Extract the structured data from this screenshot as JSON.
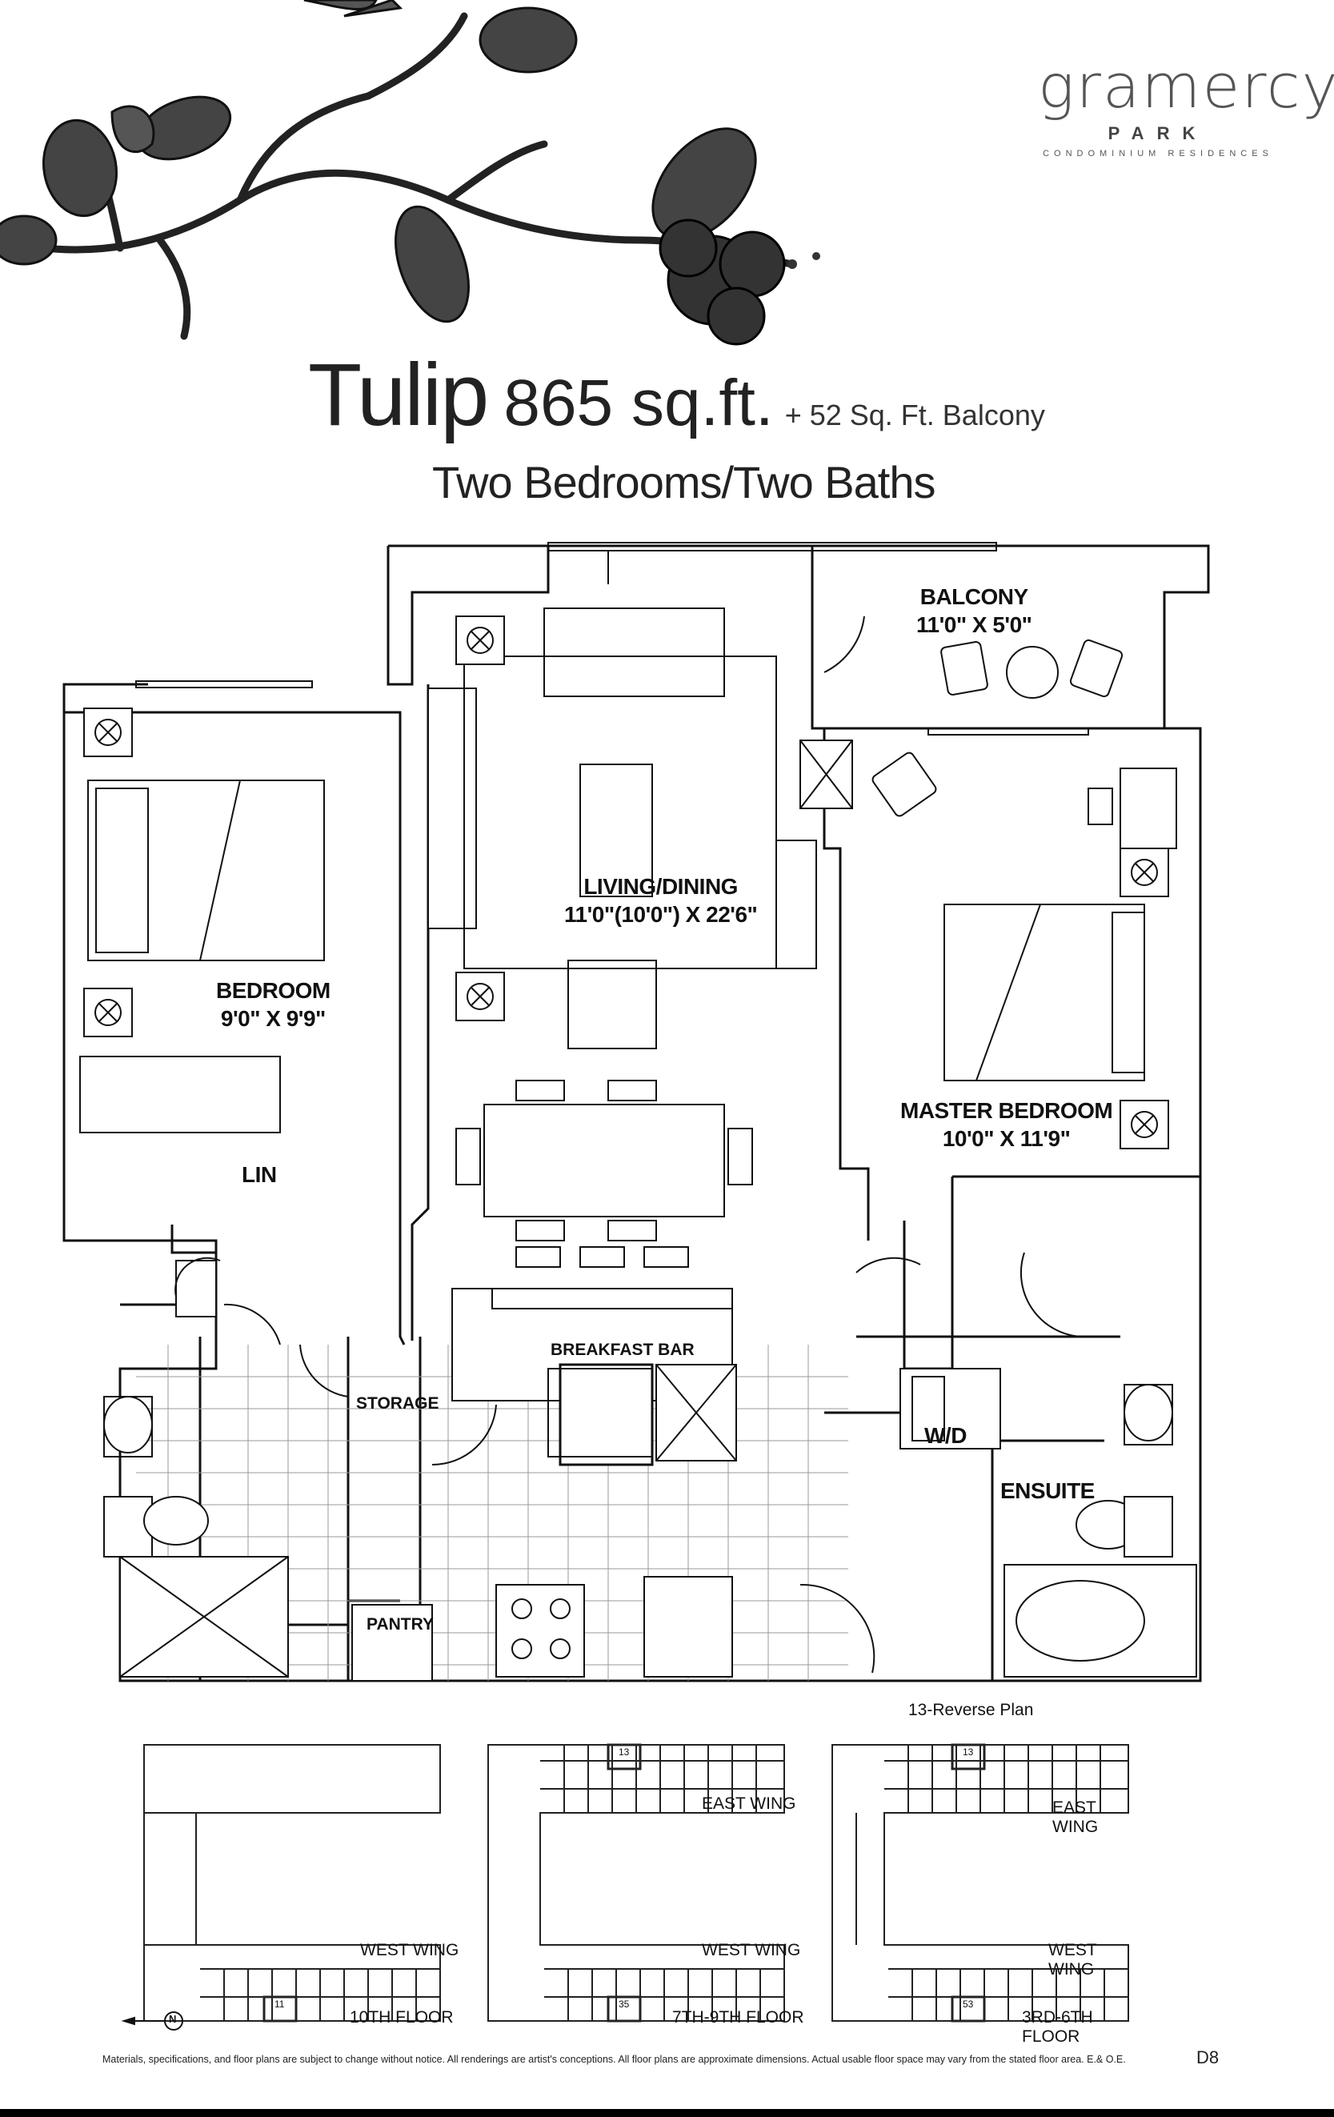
{
  "brand": {
    "name": "gramercy",
    "sub1": "PARK",
    "sub2": "CONDOMINIUM RESIDENCES"
  },
  "suite": {
    "name": "Tulip",
    "area": "865 sq.ft.",
    "balcony": "+ 52 Sq. Ft. Balcony",
    "type": "Two Bedrooms/Two Baths"
  },
  "rooms": {
    "balcony": {
      "name": "BALCONY",
      "dims": "11'0\" X 5'0\""
    },
    "living": {
      "name": "LIVING/DINING",
      "dims": "11'0\"(10'0\") X 22'6\""
    },
    "bedroom": {
      "name": "BEDROOM",
      "dims": "9'0\" X 9'9\""
    },
    "master": {
      "name": "MASTER BEDROOM",
      "dims": "10'0\" X 11'9\""
    },
    "lin": "LIN",
    "breakfast_bar": "BREAKFAST BAR",
    "storage": "STORAGE",
    "wd": "W/D",
    "ensuite": "ENSUITE",
    "pantry": "PANTRY"
  },
  "keyplans": [
    {
      "floor": "10TH FLOOR",
      "west": "WEST WING",
      "east": "",
      "unit_west": "11",
      "unit_east": "",
      "heading": ""
    },
    {
      "floor": "7TH-9TH FLOOR",
      "west": "WEST WING",
      "east": "EAST WING",
      "unit_west": "35",
      "unit_east": "13",
      "heading": ""
    },
    {
      "floor": "3RD-6TH FLOOR",
      "west": "WEST WING",
      "east": "EAST WING",
      "unit_west": "53",
      "unit_east": "13",
      "heading": "13-Reverse Plan"
    }
  ],
  "compass": "N",
  "disclaimer": "Materials, specifications, and floor plans are subject to change without notice. All renderings are artist's conceptions. All floor plans are approximate dimensions. Actual usable floor space may vary from the stated floor area. E.& O.E.",
  "page_code": "D8"
}
